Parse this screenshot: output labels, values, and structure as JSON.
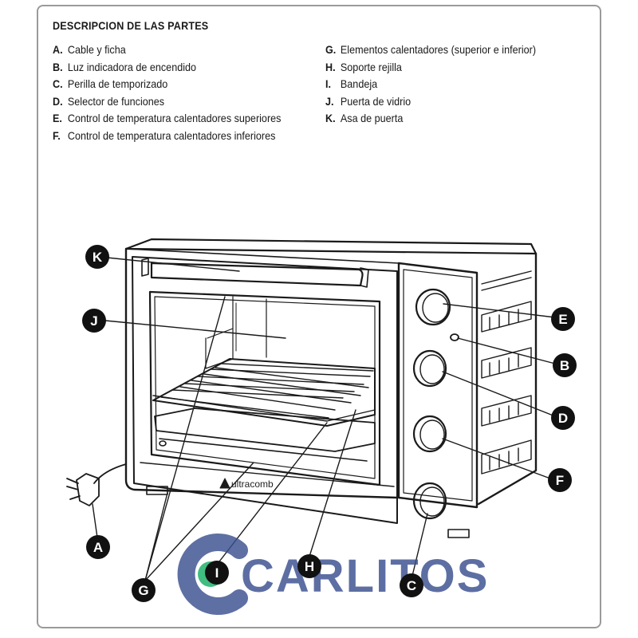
{
  "heading": "DESCRIPCION DE LAS PARTES",
  "parts_left": [
    {
      "letter": "A.",
      "label": "Cable y ficha"
    },
    {
      "letter": "B.",
      "label": "Luz indicadora de encendido"
    },
    {
      "letter": "C.",
      "label": "Perilla de temporizado"
    },
    {
      "letter": "D.",
      "label": "Selector de funciones"
    },
    {
      "letter": "E.",
      "label": "Control de temperatura calentadores superiores"
    },
    {
      "letter": "F.",
      "label": "Control de temperatura calentadores inferiores"
    }
  ],
  "parts_right": [
    {
      "letter": "G.",
      "label": "Elementos calentadores (superior e inferior)"
    },
    {
      "letter": "H.",
      "label": "Soporte rejilla"
    },
    {
      "letter": "I.",
      "label": "Bandeja"
    },
    {
      "letter": "J.",
      "label": "Puerta de vidrio"
    },
    {
      "letter": "K.",
      "label": "Asa de puerta"
    }
  ],
  "callouts": {
    "k": "K",
    "j": "J",
    "e": "E",
    "b": "B",
    "d": "D",
    "f": "F",
    "a": "A",
    "g": "G",
    "i": "I",
    "h": "H",
    "c": "C"
  },
  "brand_logo": "ultracomb",
  "watermark": "CARLITOS",
  "colors": {
    "line": "#1a1a1a",
    "watermark": "#3a4f8f",
    "watermark_accent": "#2bb673",
    "frame": "#9a9a9a"
  }
}
